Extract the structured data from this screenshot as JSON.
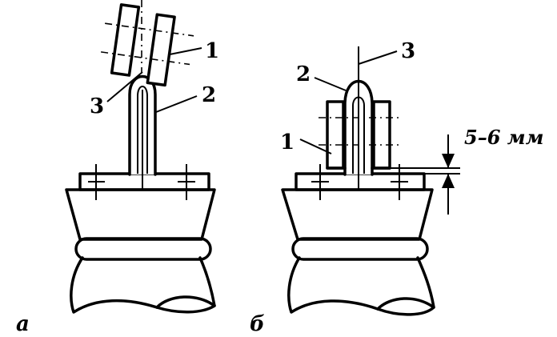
{
  "figure": {
    "panel_a": {
      "label": "а",
      "callouts": {
        "part_1": "1",
        "part_2": "2",
        "part_3": "3"
      }
    },
    "panel_b": {
      "label": "б",
      "callouts": {
        "part_1": "1",
        "part_2": "2",
        "part_3": "3"
      },
      "gap_dimension": "5–6 мм"
    }
  }
}
